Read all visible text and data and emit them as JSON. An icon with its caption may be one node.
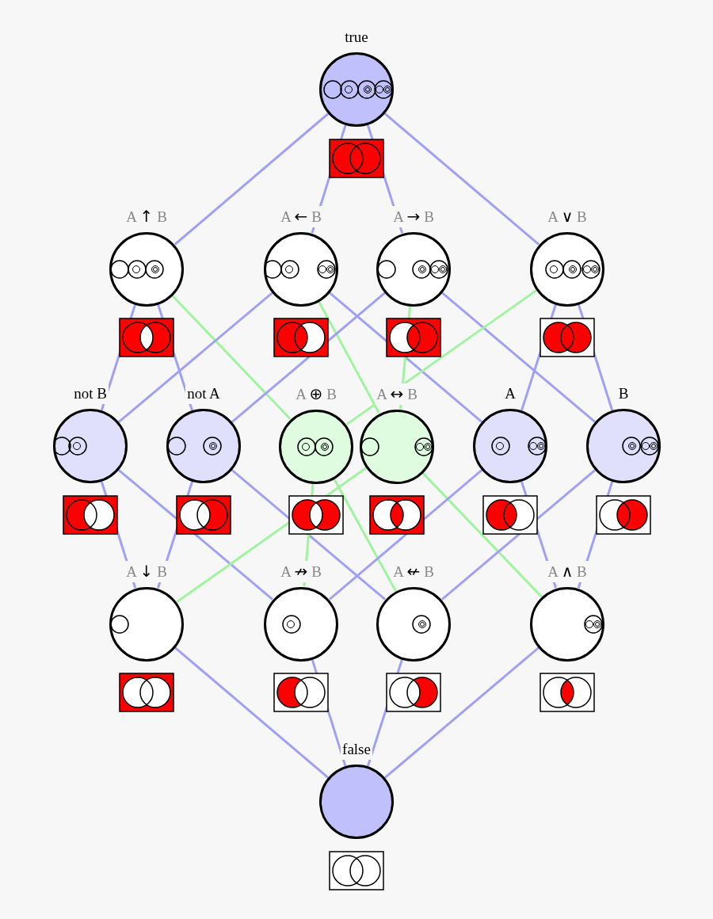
{
  "diagram": {
    "nodes": [
      {
        "text": [
          "true"
        ]
      },
      {
        "text": [
          "A ↑ B"
        ]
      },
      {
        "text": [
          "A ← B"
        ]
      },
      {
        "text": [
          "A → B"
        ]
      },
      {
        "text": [
          "A ∨ B"
        ]
      },
      {
        "text": [
          "not B"
        ]
      },
      {
        "text": [
          "not A"
        ]
      },
      {
        "text": [
          "A ⊕ B"
        ]
      },
      {
        "text": [
          "A ↔ B"
        ]
      },
      {
        "text": [
          "A"
        ]
      },
      {
        "text": [
          "B"
        ]
      },
      {
        "text": [
          "A ↓ B"
        ]
      },
      {
        "text": [
          "A ↛ B"
        ]
      },
      {
        "text": [
          "A ↚ B"
        ]
      },
      {
        "text": [
          "A ∧ B"
        ]
      },
      {
        "text": [
          "false"
        ]
      }
    ],
    "edges": [
      {
        "from": 0,
        "to": 1,
        "arrow": "none"
      },
      {
        "from": 0,
        "to": 2,
        "arrow": "none"
      },
      {
        "from": 0,
        "to": 3,
        "arrow": "none"
      },
      {
        "from": 0,
        "to": 4,
        "arrow": "none"
      },
      {
        "from": 1,
        "to": 5,
        "arrow": "none"
      },
      {
        "from": 1,
        "to": 6,
        "arrow": "none"
      },
      {
        "from": 1,
        "to": 7,
        "arrow": "none",
        "color": "#a0f4a0"
      },
      {
        "from": 2,
        "to": 5,
        "arrow": "none"
      },
      {
        "from": 2,
        "to": 8,
        "arrow": "none",
        "color": "#a0f4a0"
      },
      {
        "from": 2,
        "to": 9,
        "arrow": "none"
      },
      {
        "from": 3,
        "to": 6,
        "arrow": "none"
      },
      {
        "from": 3,
        "to": 8,
        "arrow": "none",
        "color": "#a0f4a0"
      },
      {
        "from": 3,
        "to": 10,
        "arrow": "none"
      },
      {
        "from": 4,
        "to": 7,
        "arrow": "none",
        "color": "#a0f4a0"
      },
      {
        "from": 4,
        "to": 9,
        "arrow": "none"
      },
      {
        "from": 4,
        "to": 10,
        "arrow": "none"
      },
      {
        "from": 5,
        "to": 11,
        "arrow": "none"
      },
      {
        "from": 5,
        "to": 12,
        "arrow": "none"
      },
      {
        "from": 6,
        "to": 11,
        "arrow": "none"
      },
      {
        "from": 6,
        "to": 13,
        "arrow": "none"
      },
      {
        "from": 7,
        "to": 12,
        "arrow": "none",
        "color": "#a0f4a0"
      },
      {
        "from": 7,
        "to": 13,
        "arrow": "none",
        "color": "#a0f4a0"
      },
      {
        "from": 8,
        "to": 11,
        "arrow": "none",
        "color": "#a0f4a0"
      },
      {
        "from": 8,
        "to": 14,
        "arrow": "none",
        "color": "#a0f4a0"
      },
      {
        "from": 9,
        "to": 12,
        "arrow": "none"
      },
      {
        "from": 9,
        "to": 14,
        "arrow": "none"
      },
      {
        "from": 10,
        "to": 13,
        "arrow": "none"
      },
      {
        "from": 10,
        "to": 14,
        "arrow": "none"
      },
      {
        "from": 11,
        "to": 15,
        "arrow": "none"
      },
      {
        "from": 12,
        "to": 15,
        "arrow": "none"
      },
      {
        "from": 13,
        "to": 15,
        "arrow": "none"
      },
      {
        "from": 14,
        "to": 15,
        "arrow": "none"
      }
    ]
  }
}
